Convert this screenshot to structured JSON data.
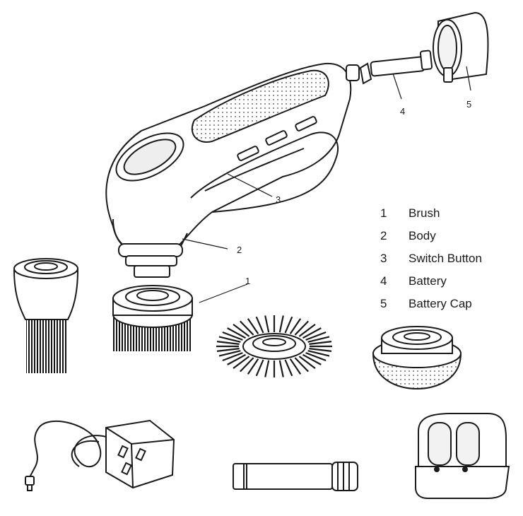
{
  "callouts": {
    "c1": "1",
    "c2": "2",
    "c3": "3",
    "c4": "4",
    "c5": "5"
  },
  "legend": [
    {
      "number": "1",
      "label": "Brush"
    },
    {
      "number": "2",
      "label": "Body"
    },
    {
      "number": "3",
      "label": "Switch Button"
    },
    {
      "number": "4",
      "label": "Battery"
    },
    {
      "number": "5",
      "label": "Battery Cap"
    }
  ]
}
